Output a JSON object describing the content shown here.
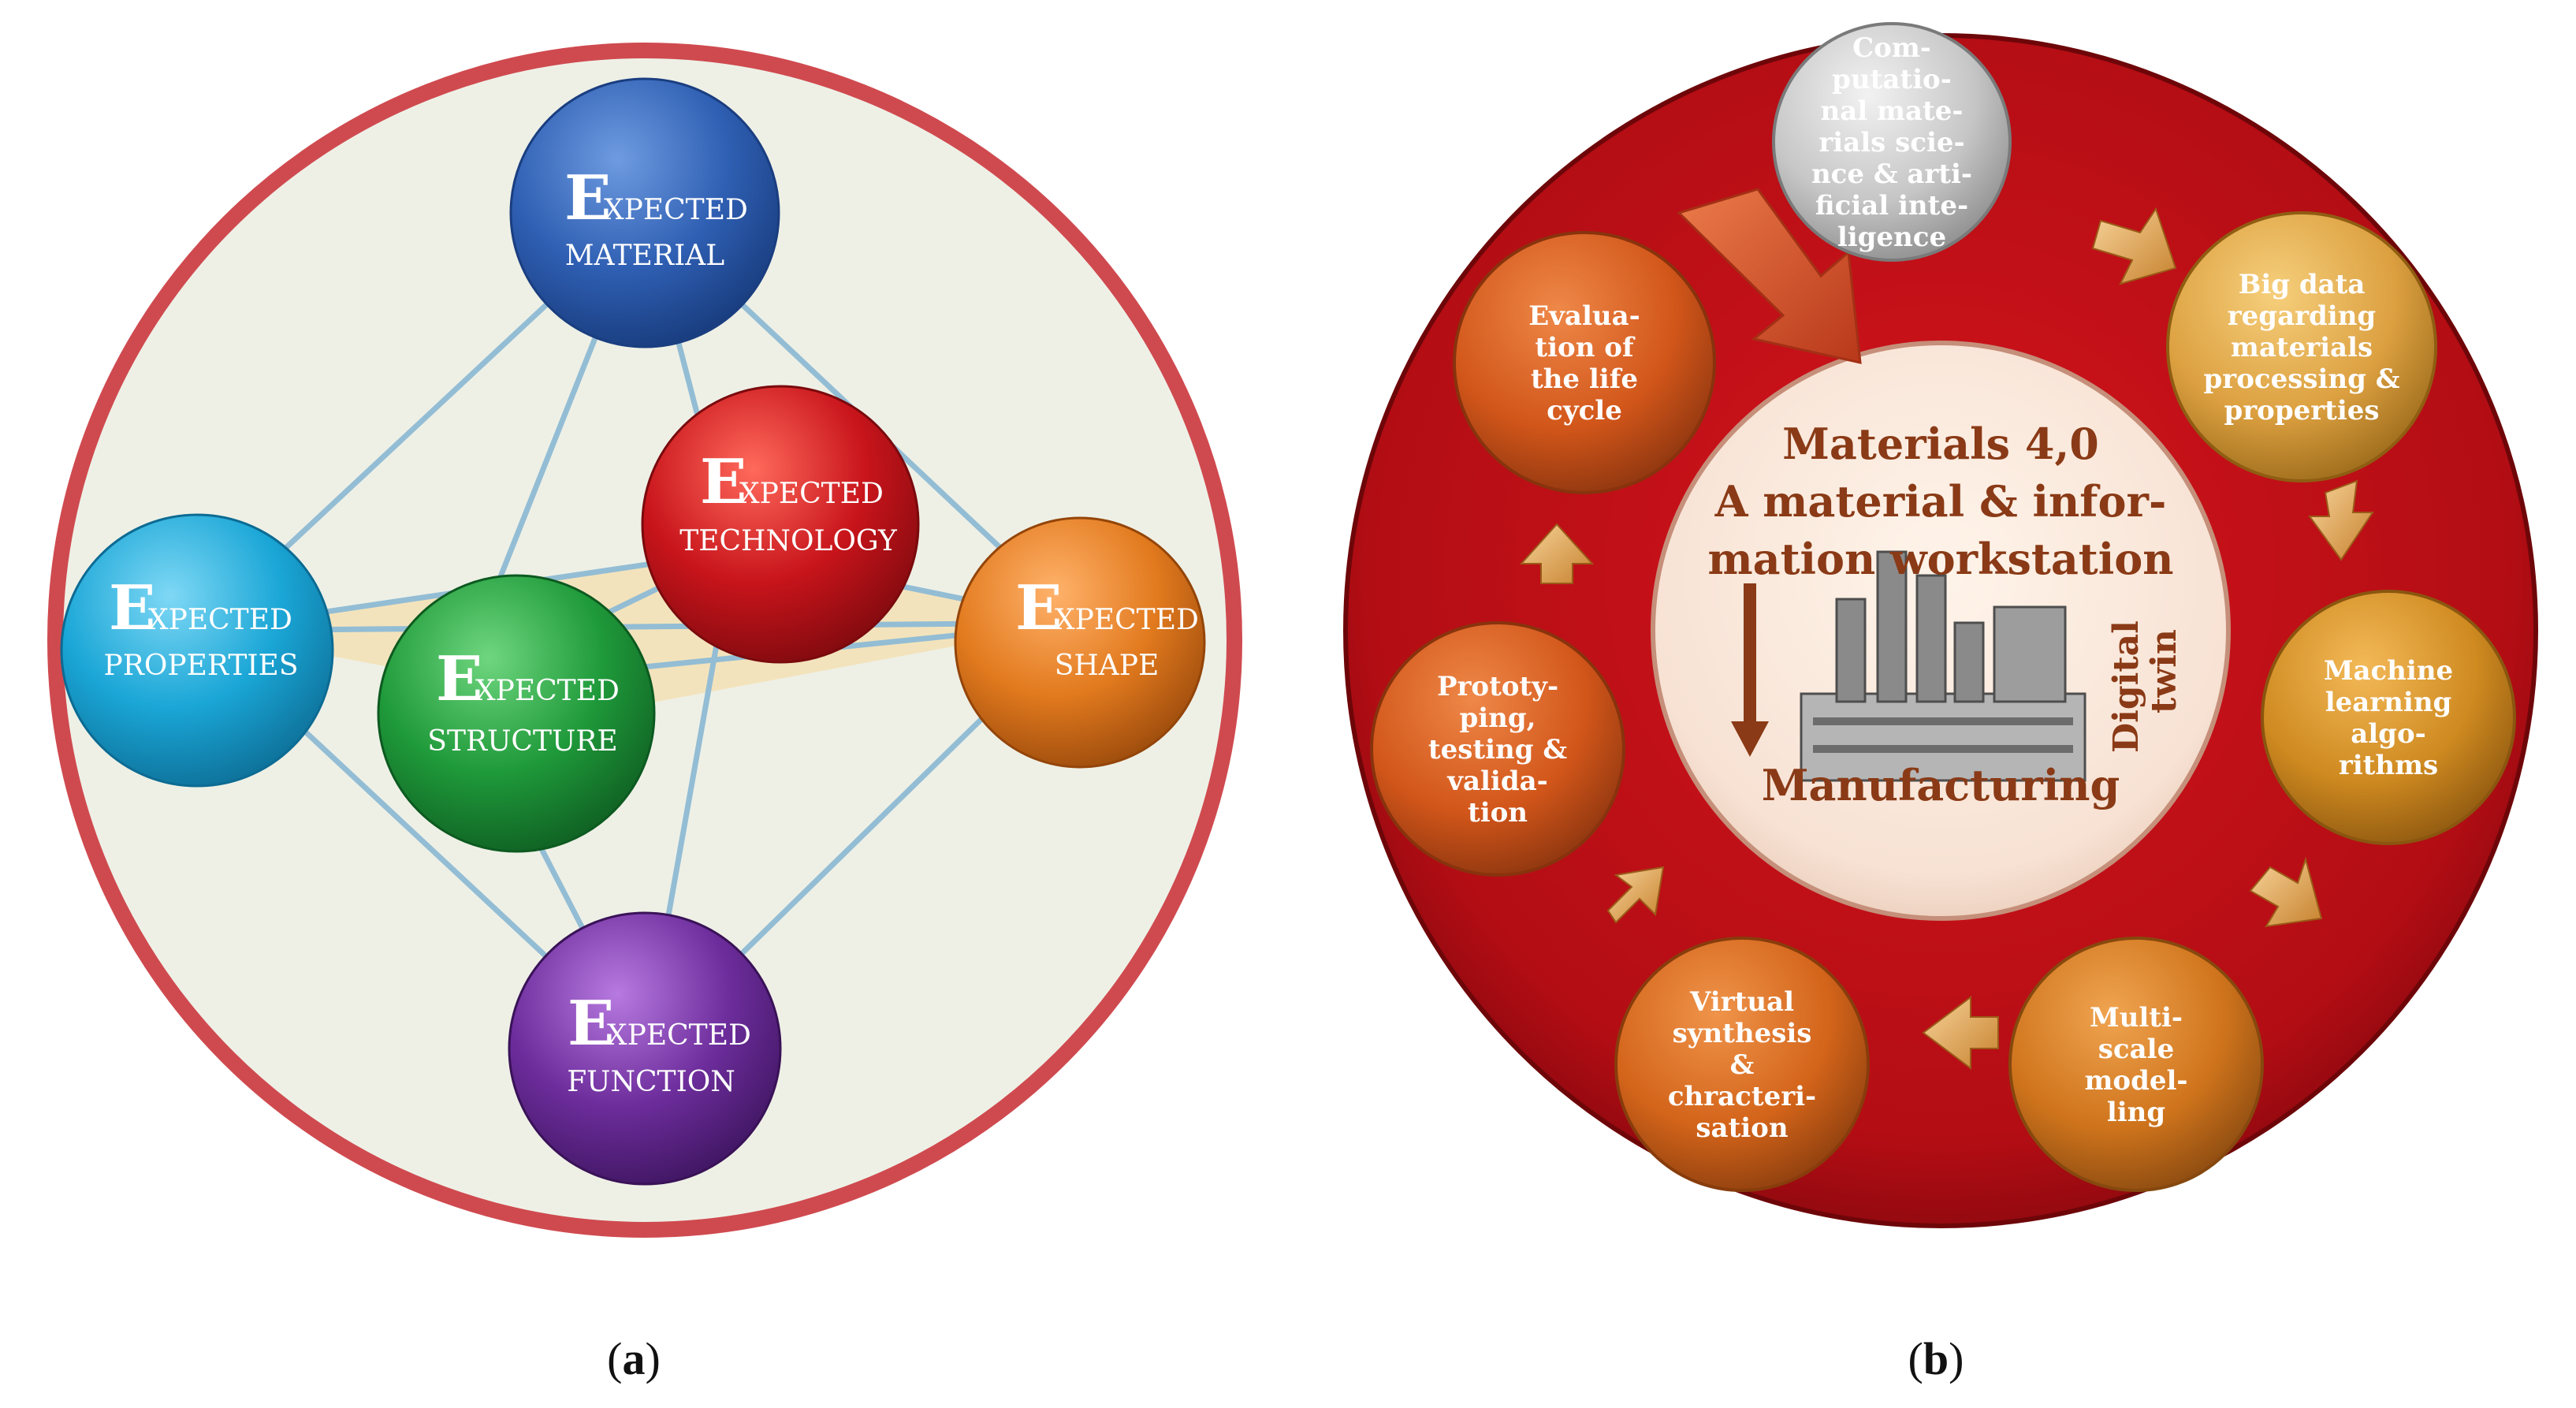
{
  "panel_a": {
    "nodes": [
      {
        "id": "material",
        "cap": "E",
        "l1": "XPECTED",
        "l2": "MATERIAL",
        "color": "#2f5fb3"
      },
      {
        "id": "technology",
        "cap": "E",
        "l1": "XPECTED",
        "l2": "TECHNOLOGY",
        "color": "#c8141b"
      },
      {
        "id": "properties",
        "cap": "E",
        "l1": "XPECTED",
        "l2": "PROPERTIES",
        "color": "#1aa6d6"
      },
      {
        "id": "structure",
        "cap": "E",
        "l1": "XPECTED",
        "l2": "STRUCTURE",
        "color": "#1f9a3a"
      },
      {
        "id": "shape",
        "cap": "E",
        "l1": "XPECTED",
        "l2": "SHAPE",
        "color": "#e27a1e"
      },
      {
        "id": "function",
        "cap": "E",
        "l1": "XPECTED",
        "l2": "FUNCTION",
        "color": "#6d2d9c"
      }
    ]
  },
  "panel_b": {
    "center": {
      "line1": "Materials 4,0",
      "line2": "A material & infor-",
      "line3": "mation workstation",
      "side": "Digital",
      "side2": "twin",
      "bottom": "Manufacturing"
    },
    "steps": [
      {
        "id": "computational",
        "lines": [
          "Com-",
          "putatio-",
          "nal mate-",
          "rials scie-",
          "nce & arti-",
          "ficial inte-",
          "ligence"
        ],
        "color": "#c9c9c9"
      },
      {
        "id": "bigdata",
        "lines": [
          "Big data",
          "regarding",
          "materials",
          "processing &",
          "properties"
        ],
        "color": "#e0a23c"
      },
      {
        "id": "ml",
        "lines": [
          "Machine",
          "learning",
          "algo-",
          "rithms"
        ],
        "color": "#d08a1c"
      },
      {
        "id": "multiscale",
        "lines": [
          "Multi-",
          "scale",
          "model-",
          "ling"
        ],
        "color": "#d0761a"
      },
      {
        "id": "virtual",
        "lines": [
          "Virtual",
          "synthesis",
          "&",
          "chracteri-",
          "sation"
        ],
        "color": "#d66a18"
      },
      {
        "id": "prototyping",
        "lines": [
          "Prototy-",
          "ping,",
          "testing &",
          "valida-",
          "tion"
        ],
        "color": "#d55a14"
      },
      {
        "id": "evaluation",
        "lines": [
          "Evalua-",
          "tion of",
          "the life",
          "cycle"
        ],
        "color": "#d4511a"
      }
    ]
  },
  "captions": {
    "a": "a",
    "b": "b"
  }
}
